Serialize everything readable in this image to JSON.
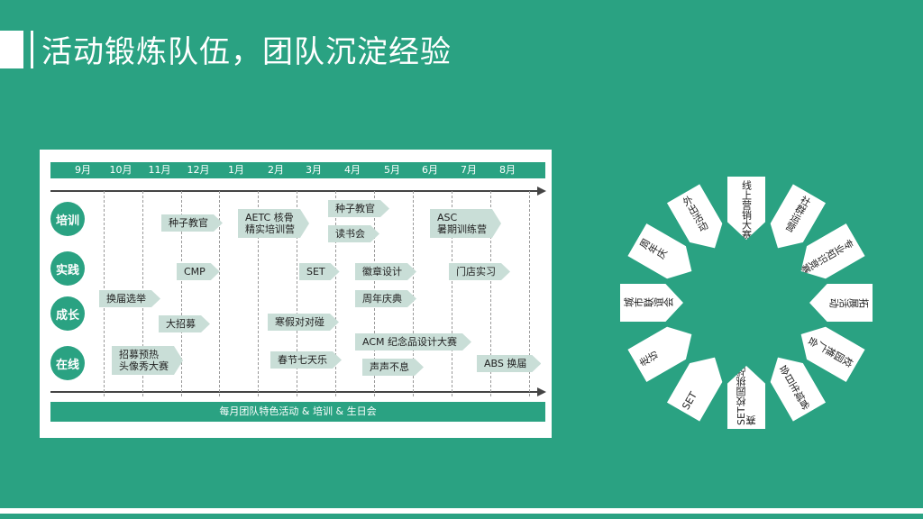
{
  "header": {
    "title": "活动锻炼队伍，团队沉淀经验"
  },
  "timeline": {
    "months": [
      "9月",
      "10月",
      "11月",
      "12月",
      "1月",
      "2月",
      "3月",
      "4月",
      "5月",
      "6月",
      "7月",
      "8月"
    ],
    "rows": [
      "培训",
      "实践",
      "成长",
      "在线"
    ],
    "items": {
      "seed1": "种子教官",
      "aetc1": "AETC 核骨",
      "aetc2": "精实培训营",
      "seed2": "种子教官",
      "reading": "读书会",
      "asc1": "ASC",
      "asc2": "暑期训练营",
      "cmp": "CMP",
      "set": "SET",
      "badge": "徽章设计",
      "store": "门店实习",
      "election": "换届选举",
      "anniv": "周年庆典",
      "recruit": "大招募",
      "winter": "寒假对对碰",
      "acm": "ACM 纪念品设计大赛",
      "pre1": "招募预热",
      "pre2": "头像秀大赛",
      "spring": "春节七天乐",
      "voice": "声声不息",
      "abs": "ABS 换届"
    },
    "footer": "每月团队特色活动 & 培训 & 生日会"
  },
  "ring": {
    "labels": [
      "城市联谊会",
      "周年庆",
      "外出活动",
      "线上营销大赛",
      "社群运营",
      "专业知识竞赛",
      "拓展活动",
      "校园推广会",
      "省域生日会",
      "SET校园挑战赛",
      "SET",
      "走访"
    ]
  },
  "colors": {
    "background": "#2aa282",
    "tag": "#c9ded7",
    "panel": "#ffffff"
  }
}
